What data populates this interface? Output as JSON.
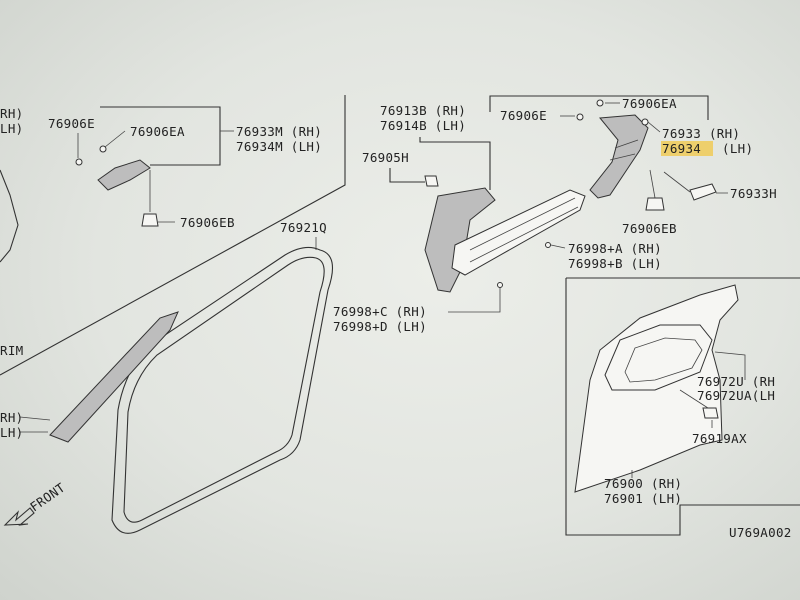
{
  "diagram": {
    "colors": {
      "paper": "#eceee9",
      "ink": "#222222",
      "highlight": "#f2c744"
    },
    "labels": {
      "rh_left_top": "RH)",
      "lh_left_top": "LH)",
      "p76906e_left": "76906E",
      "p76906ea_left": "76906EA",
      "p76933m": "76933M (RH)",
      "p76934m": "76934M (LH)",
      "p76906eb_left": "76906EB",
      "p76921q": "76921Q",
      "rim": "RIM",
      "rh_left_bottom": "RH)",
      "lh_left_bottom": "LH)",
      "front": "FRONT",
      "p76913b": "76913B (RH)",
      "p76914b": "76914B (LH)",
      "p76905h": "76905H",
      "p76906e_mid": "76906E",
      "p76906ea_mid": "76906EA",
      "p76933_rh": "76933 (RH)",
      "p76934_lh_num": "76934",
      "p76934_lh_side": "(LH)",
      "p76933h": "76933H",
      "p76906eb_mid": "76906EB",
      "p76998a": "76998+A (RH)",
      "p76998b": "76998+B (LH)",
      "p76998c": "76998+C (RH)",
      "p76998d": "76998+D (LH)",
      "p76972u": "76972U (RH",
      "p76972ua": "76972UA(LH",
      "p76919ax": "76919AX",
      "p76900": "76900  (RH)",
      "p76901": "76901  (LH)",
      "figure_code": "U769A002"
    }
  }
}
